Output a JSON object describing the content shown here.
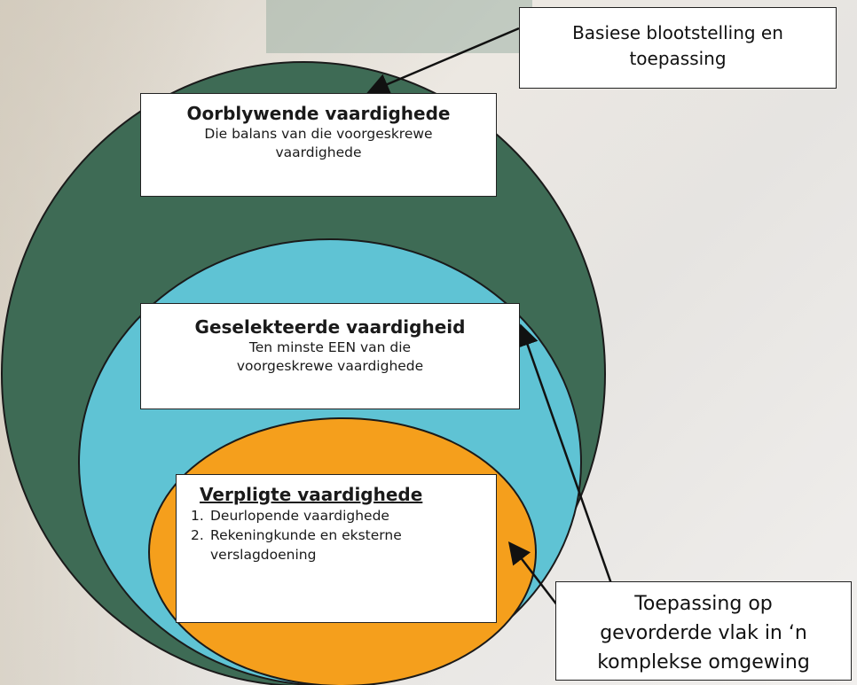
{
  "colors": {
    "outer_circle": "#3e6b55",
    "middle_circle": "#5fc3d4",
    "inner_circle": "#f59f1c",
    "box_fill": "#ffffff",
    "stroke": "#1a1a1a"
  },
  "outer": {
    "title": "Oorblywende vaardighede",
    "line1": "Die balans van die voorgeskrewe",
    "line2": "vaardighede"
  },
  "middle": {
    "title": "Geselekteerde vaardigheid",
    "line1": "Ten minste EEN van die",
    "line2": "voorgeskrewe vaardighede"
  },
  "inner": {
    "title": "Verpligte vaardighede",
    "items": [
      {
        "num": "1.",
        "line1": "Deurlopende vaardighede",
        "line2": ""
      },
      {
        "num": "2.",
        "line1": "Rekeningkunde en eksterne",
        "line2": "verslagdoening"
      }
    ]
  },
  "callout_top": {
    "line1": "Basiese blootstelling en",
    "line2": "toepassing"
  },
  "callout_bottom": {
    "line1": "Toepassing op",
    "line2": "gevorderde vlak in ‘n",
    "line3": "komplekse omgewing"
  }
}
